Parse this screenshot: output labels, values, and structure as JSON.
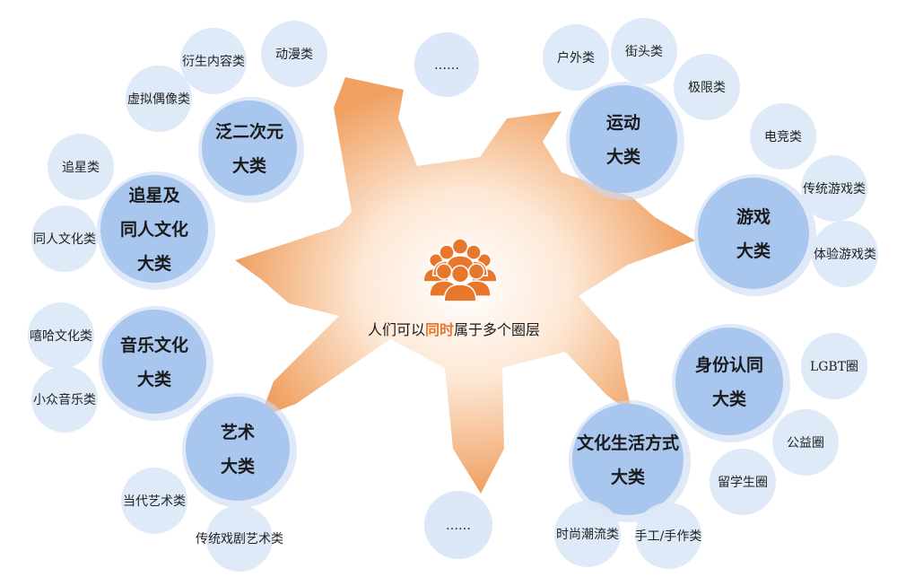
{
  "colors": {
    "arrow_orange": "#f0a060",
    "arrow_light": "#fde8d6",
    "major_fill": "#a8c6ee",
    "minor_fill": "#dce8f7",
    "people_icon": "#e8772e",
    "highlight": "#e8772e"
  },
  "center": {
    "icon": "people-group-icon",
    "caption_before": "人们可以",
    "caption_highlight": "同时",
    "caption_after": "属于多个圈层"
  },
  "groups": [
    {
      "id": "acg",
      "label_lines": [
        "泛二次元",
        "大类"
      ],
      "subs": [
        {
          "label": "衍生内容类"
        },
        {
          "label": "动漫类"
        },
        {
          "label": "虚拟偶像类"
        }
      ]
    },
    {
      "id": "idol",
      "label_lines": [
        "追星及",
        "同人文化",
        "大类"
      ],
      "subs": [
        {
          "label": "追星类"
        },
        {
          "label": "同人文化类"
        }
      ]
    },
    {
      "id": "music",
      "label_lines": [
        "音乐文化",
        "大类"
      ],
      "subs": [
        {
          "label": "嘻哈文化类"
        },
        {
          "label": "小众音乐类"
        }
      ]
    },
    {
      "id": "art",
      "label_lines": [
        "艺术",
        "大类"
      ],
      "subs": [
        {
          "label": "当代艺术类"
        },
        {
          "label": "传统戏剧艺术类"
        }
      ]
    },
    {
      "id": "sports",
      "label_lines": [
        "运动",
        "大类"
      ],
      "subs": [
        {
          "label": "户外类"
        },
        {
          "label": "街头类"
        },
        {
          "label": "极限类"
        }
      ]
    },
    {
      "id": "games",
      "label_lines": [
        "游戏",
        "大类"
      ],
      "subs": [
        {
          "label": "电竞类"
        },
        {
          "label": "传统游戏类"
        },
        {
          "label": "体验游戏类"
        }
      ]
    },
    {
      "id": "identity",
      "label_lines": [
        "身份认同",
        "大类"
      ],
      "subs": [
        {
          "label": "LGBT圈"
        },
        {
          "label": "公益圈"
        },
        {
          "label": "留学生圈"
        }
      ]
    },
    {
      "id": "lifestyle",
      "label_lines": [
        "文化生活方式",
        "大类"
      ],
      "subs": [
        {
          "label": "时尚潮流类"
        },
        {
          "label": "手工/手作类"
        }
      ]
    }
  ],
  "ellipses": [
    {
      "label": "……"
    },
    {
      "label": "……"
    }
  ]
}
